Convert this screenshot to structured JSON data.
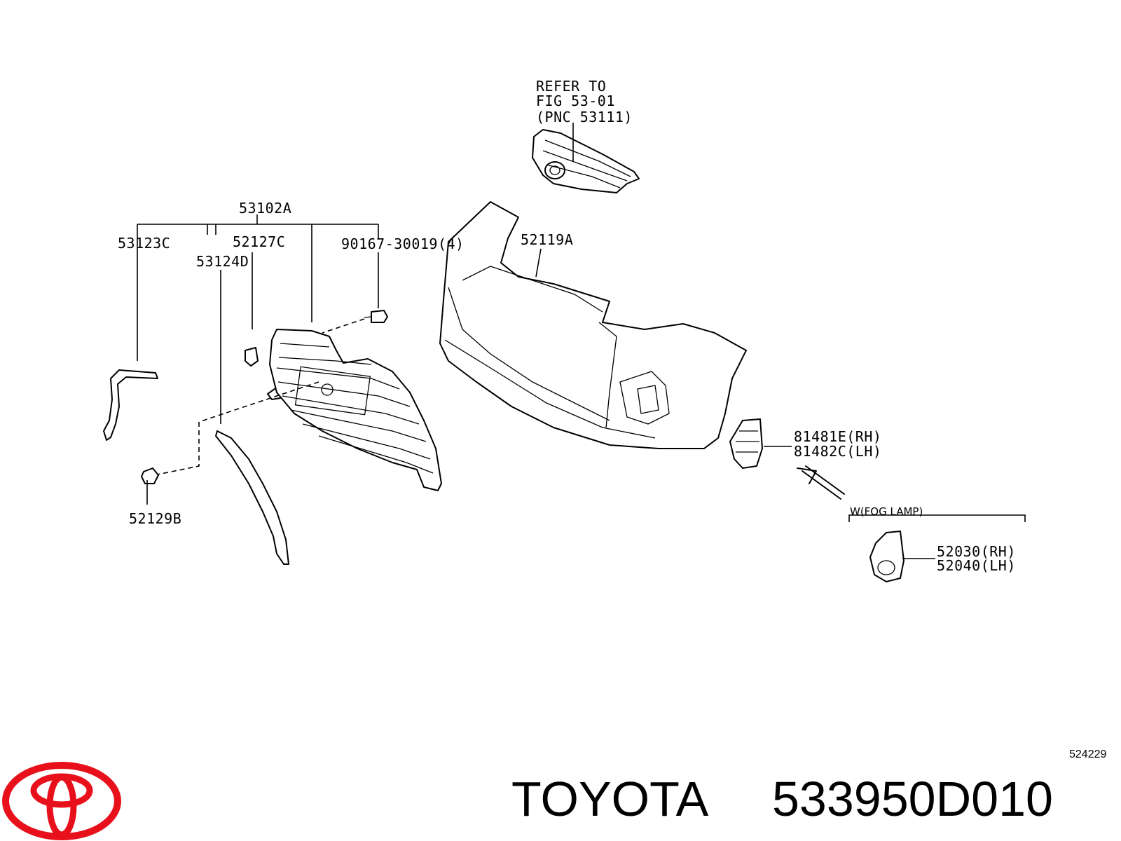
{
  "callouts": {
    "refer_line1": "REFER TO",
    "refer_line2": "FIG 53-01",
    "refer_line3": "(PNC 53111)",
    "p53102A": "53102A",
    "p53123C": "53123C",
    "p52127C": "52127C",
    "p53124D": "53124D",
    "p90167": "90167-30019(4)",
    "p52119A": "52119A",
    "p52129B": "52129B",
    "p81481E": "81481E(RH)",
    "p81482C": "81482C(LH)",
    "fog_lamp": "W(FOG LAMP)",
    "p52030": "52030(RH)",
    "p52040": "52040(LH)"
  },
  "figure_id": "524229",
  "brand": "TOYOTA",
  "part_number": "533950D010",
  "colors": {
    "logo": "#e8101a",
    "ink": "#000000"
  }
}
